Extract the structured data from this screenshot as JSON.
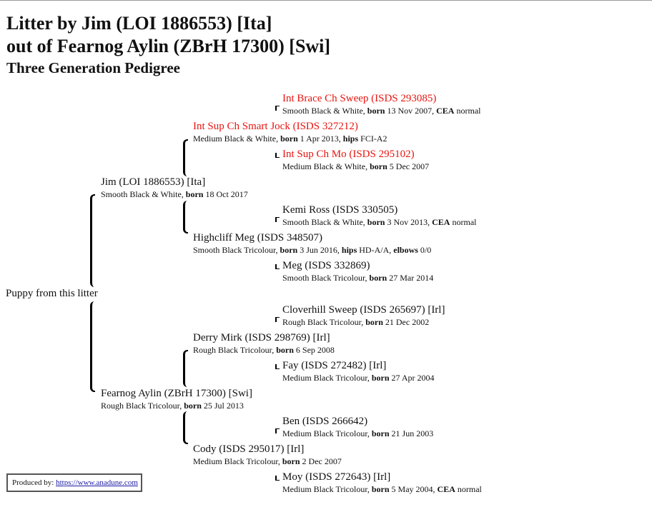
{
  "title": {
    "line1": "Litter by Jim (LOI 1886553) [Ita]",
    "line2": "out of Fearnog Aylin (ZBrH 17300) [Swi]",
    "subtitle": "Three Generation Pedigree"
  },
  "puppy_label": "Puppy from this litter",
  "credit": {
    "label": "Produced by:",
    "link": "https://www.anadune.com"
  },
  "labels": {
    "born": "born",
    "hips": "hips",
    "cea": "CEA",
    "elbows": "elbows"
  },
  "dogs": {
    "sire": {
      "name": "Jim (LOI 1886553) [Ita]",
      "desc": "Smooth Black & White,",
      "born": "18 Oct 2017"
    },
    "dam": {
      "name": "Fearnog Aylin (ZBrH 17300) [Swi]",
      "desc": "Rough Black Tricolour,",
      "born": "25 Jul 2013"
    },
    "ss": {
      "name": "Int Sup Ch Smart Jock (ISDS 327212)",
      "desc": "Medium Black & White,",
      "born": "1 Apr 2013,",
      "hips": "FCI-A2"
    },
    "sd": {
      "name": "Highcliff Meg (ISDS 348507)",
      "desc": "Smooth Black Tricolour,",
      "born": "3 Jun 2016,",
      "hips": "HD-A/A,",
      "elbows": "0/0"
    },
    "ds": {
      "name": "Derry Mirk (ISDS 298769) [Irl]",
      "desc": "Rough Black Tricolour,",
      "born": "6 Sep 2008"
    },
    "dd": {
      "name": "Cody (ISDS 295017) [Irl]",
      "desc": "Medium Black Tricolour,",
      "born": "2 Dec 2007"
    },
    "sss": {
      "name": "Int Brace Ch Sweep (ISDS 293085)",
      "desc": "Smooth Black & White,",
      "born": "13 Nov 2007,",
      "cea": "normal"
    },
    "ssd": {
      "name": "Int Sup Ch Mo (ISDS 295102)",
      "desc": "Medium Black & White,",
      "born": "5 Dec 2007"
    },
    "sds": {
      "name": "Kemi Ross (ISDS 330505)",
      "desc": "Smooth Black & White,",
      "born": "3 Nov 2013,",
      "cea": "normal"
    },
    "sdd": {
      "name": "Meg (ISDS 332869)",
      "desc": "Smooth Black Tricolour,",
      "born": "27 Mar 2014"
    },
    "dss": {
      "name": "Cloverhill Sweep (ISDS 265697) [Irl]",
      "desc": "Rough Black Tricolour,",
      "born": "21 Dec 2002"
    },
    "dsd": {
      "name": "Fay (ISDS 272482) [Irl]",
      "desc": "Medium Black Tricolour,",
      "born": "27 Apr 2004"
    },
    "dds": {
      "name": "Ben (ISDS 266642)",
      "desc": "Medium Black Tricolour,",
      "born": "21 Jun 2003"
    },
    "ddd": {
      "name": "Moy (ISDS 272643) [Irl]",
      "desc": "Medium Black Tricolour,",
      "born": "5 May 2004,",
      "cea": "normal"
    }
  },
  "colors": {
    "highlight": "#e8140f",
    "text": "#111111"
  }
}
